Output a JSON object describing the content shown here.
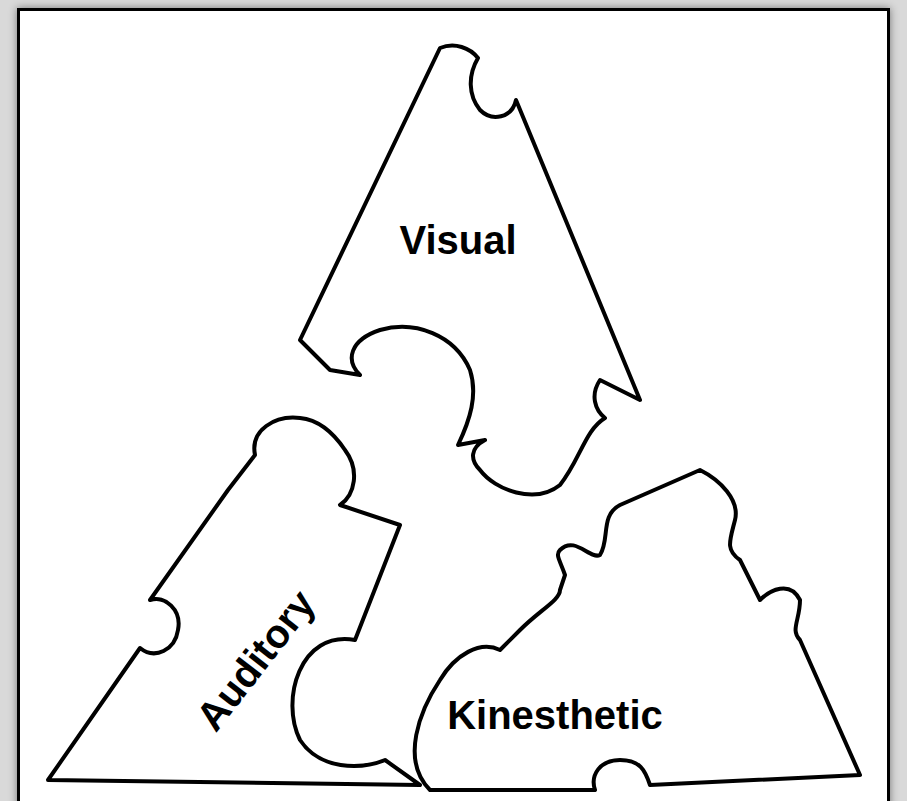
{
  "diagram": {
    "nodes": [
      {
        "text": [
          "Visual"
        ]
      },
      {
        "text": [
          "Auditory"
        ]
      },
      {
        "text": [
          "Kinesthetic"
        ]
      }
    ]
  }
}
